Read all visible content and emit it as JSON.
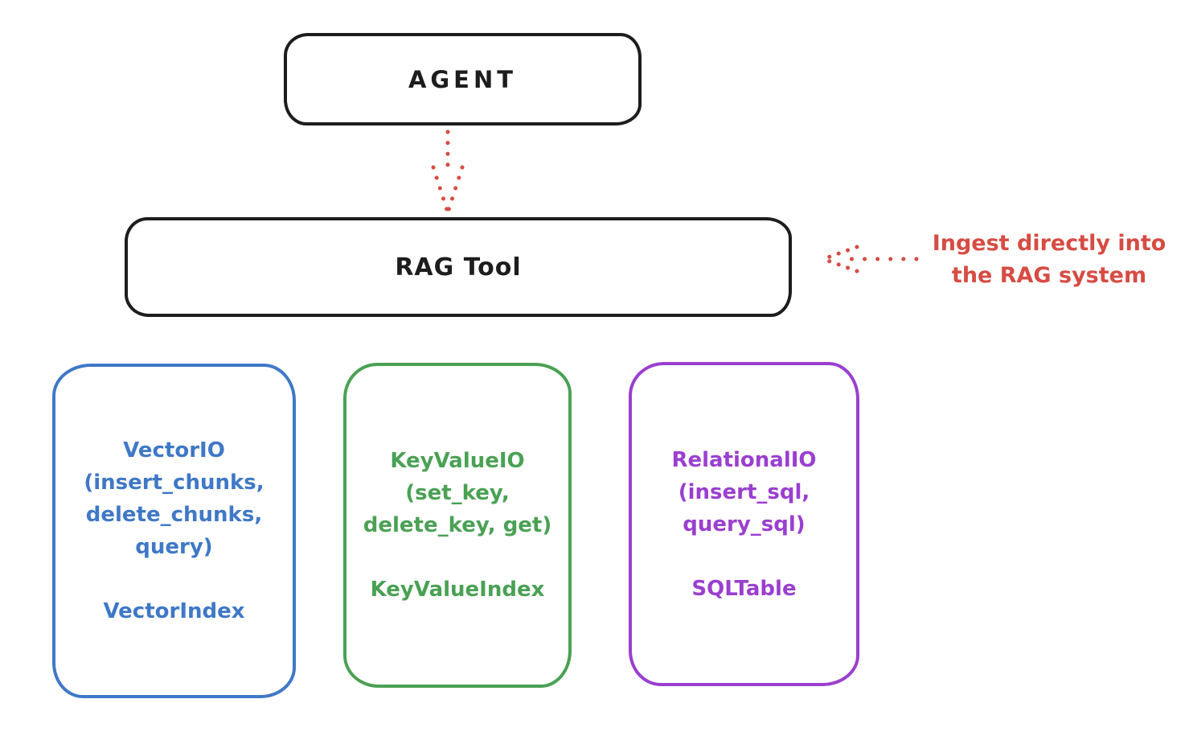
{
  "colors": {
    "ink": "#1d1d1d",
    "red": "#d64c43",
    "blue": "#3f78c6",
    "green": "#4aa154",
    "purple": "#9a3fd0",
    "background": "#ffffff"
  },
  "nodes": {
    "agent": {
      "label": "AGENT"
    },
    "rag_tool": {
      "label": "RAG Tool"
    },
    "vector_io": {
      "color": "#3f78c6",
      "lines": [
        "VectorIO",
        "(insert_chunks,",
        "delete_chunks,",
        "query)"
      ],
      "index_label": "VectorIndex"
    },
    "key_value_io": {
      "color": "#4aa154",
      "lines": [
        "KeyValueIO",
        "(set_key,",
        "delete_key, get)"
      ],
      "index_label": "KeyValueIndex"
    },
    "relational_io": {
      "color": "#9a3fd0",
      "lines": [
        "RelationalIO",
        "(insert_sql,",
        "query_sql)"
      ],
      "index_label": "SQLTable"
    }
  },
  "annotation": {
    "line1": "Ingest directly into",
    "line2": "the RAG system"
  }
}
